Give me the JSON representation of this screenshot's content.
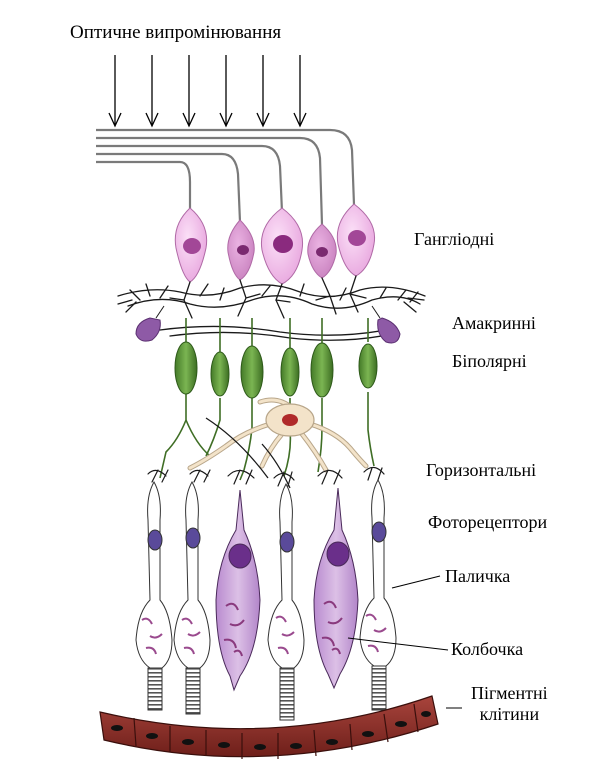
{
  "title": "Оптичне випромінювання",
  "labels": {
    "ganglion": "Гангліодні",
    "amacrine": "Амакринні",
    "bipolar": "Біполярні",
    "horizontal": "Горизонтальні",
    "photoreceptors": "Фоторецептори",
    "rod": "Паличка",
    "cone": "Колбочка",
    "pigment_line1": "Пігментні",
    "pigment_line2": "клітини"
  },
  "colors": {
    "ganglion_fill": "#f2b6ec",
    "ganglion_fill_alt": "#d98fcf",
    "ganglion_nucleus": "#8a2a7e",
    "amacrine_fill": "#8e5aa6",
    "bipolar_fill": "#5f9a3a",
    "bipolar_stroke": "#2e5a1a",
    "horizontal_fill": "#f3e3c9",
    "horizontal_nucleus": "#b02a2a",
    "rod_fill": "#ffffff",
    "rod_nucleus": "#5a4a9a",
    "cone_fill": "#c9a0d8",
    "cone_nucleus": "#6a2f8a",
    "pigment_fill": "#8a2a24",
    "pigment_cell_nucleus": "#111111",
    "dendrite_color": "#1a1a1a"
  }
}
